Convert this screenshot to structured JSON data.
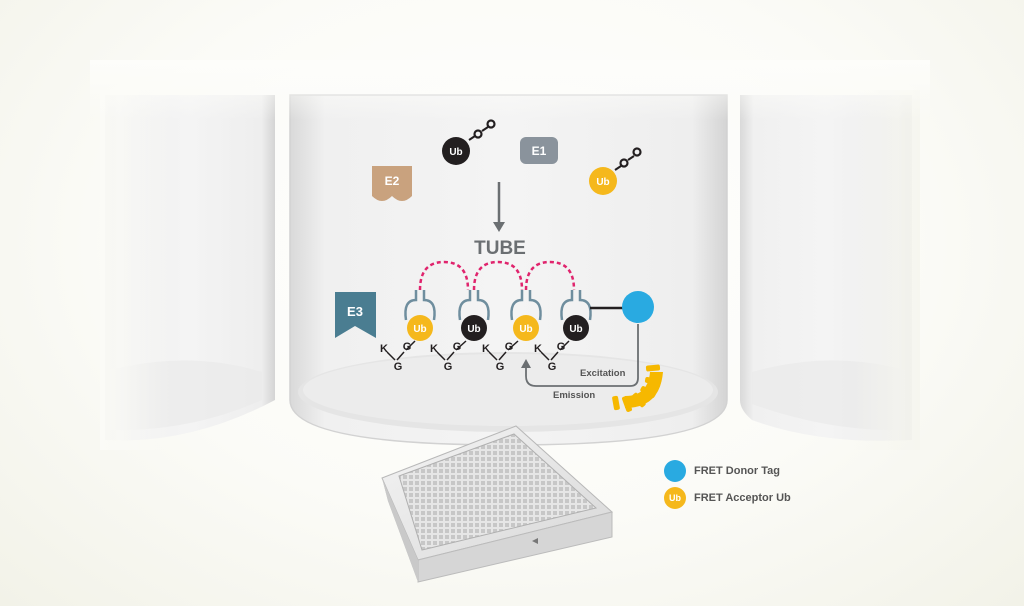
{
  "colors": {
    "donor": "#29aae1",
    "acceptor_ub": "#f5b81c",
    "dark_ub": "#231f20",
    "e1": "#8a939c",
    "e2": "#c9a27e",
    "e3": "#4a7d91",
    "linker": "#e0246d",
    "sun": "#f6b800",
    "arrow": "#6b6f72",
    "receptor": "#6f8e9e"
  },
  "labels": {
    "ub": "Ub",
    "e1": "E1",
    "e2": "E2",
    "e3": "E3",
    "tube": "TUBE",
    "k": "K",
    "g": "G",
    "excitation": "Excitation",
    "emission": "Emission"
  },
  "legend": [
    {
      "icon": "donor-dot",
      "label": "FRET Donor Tag",
      "icon_text": ""
    },
    {
      "icon": "acceptor-ub-dot",
      "label": "FRET Acceptor Ub",
      "icon_text": "Ub"
    }
  ]
}
